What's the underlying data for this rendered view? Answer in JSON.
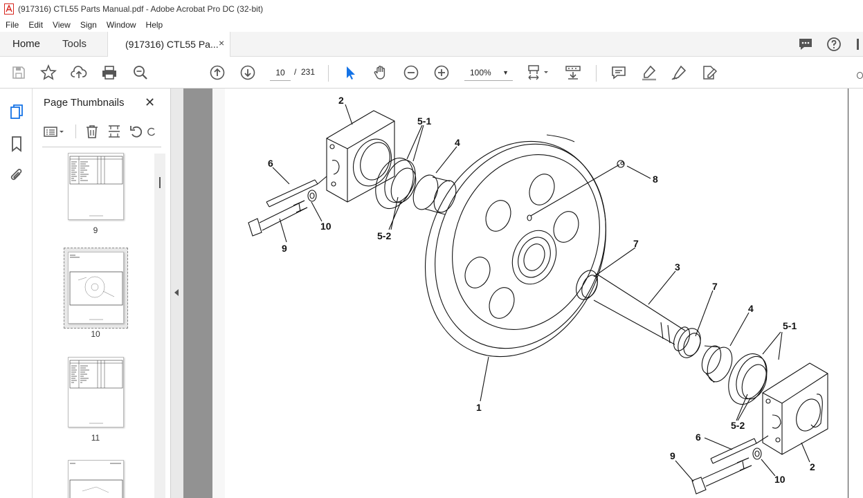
{
  "window": {
    "title": "(917316) CTL55 Parts Manual.pdf - Adobe Acrobat Pro DC (32-bit)",
    "app_icon": "acrobat-icon"
  },
  "menu": [
    "File",
    "Edit",
    "View",
    "Sign",
    "Window",
    "Help"
  ],
  "tabs": {
    "home": "Home",
    "tools": "Tools",
    "document": "(917316) CTL55 Pa...",
    "close": "×"
  },
  "toolbar": {
    "page_current": "10",
    "page_separator": "/",
    "page_total": "231",
    "zoom": "100%",
    "icons": [
      "save-icon",
      "bookmark-star-icon",
      "upload-icon",
      "print-icon",
      "search-zoom-icon",
      "page-up-icon",
      "page-down-icon",
      "select-cursor-icon",
      "hand-icon",
      "zoom-out-icon",
      "zoom-in-icon",
      "fit-page-icon",
      "scroll-mode-icon",
      "comment-icon",
      "highlight-icon",
      "sign-icon",
      "edit-pdf-icon"
    ]
  },
  "left_rail": [
    "pages-icon",
    "bookmark-icon",
    "attachment-icon"
  ],
  "thumbnails_panel": {
    "title": "Page Thumbnails",
    "close": "✕",
    "pages": [
      {
        "label": "9"
      },
      {
        "label": "10",
        "selected": true
      },
      {
        "label": "11"
      }
    ]
  },
  "drawing": {
    "callouts": [
      "1",
      "2",
      "3",
      "4",
      "5-1",
      "5-2",
      "6",
      "7",
      "8",
      "9",
      "10",
      "2",
      "4",
      "5-1",
      "5-2",
      "6",
      "7",
      "9",
      "10"
    ]
  },
  "colors": {
    "accent_blue": "#1473e6",
    "doc_background": "#929292",
    "acrobat_red": "#d7261e"
  }
}
